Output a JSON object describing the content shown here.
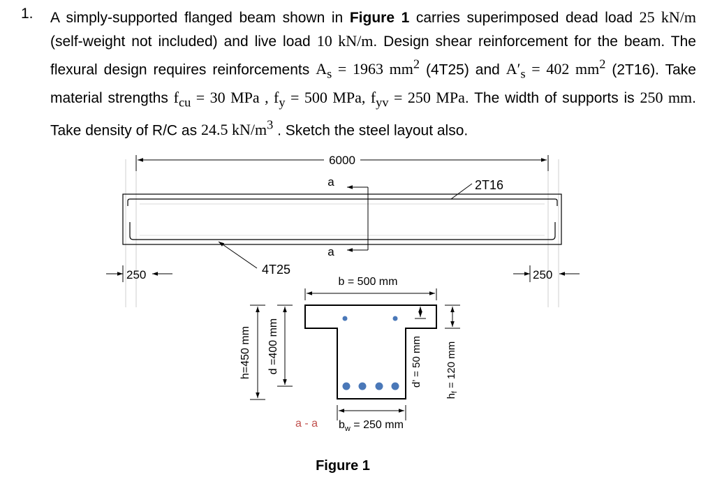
{
  "problem": {
    "number": "1.",
    "t1": "A simply-supported flanged beam shown in ",
    "fig_ref": "Figure 1",
    "t2": " carries superimposed dead load ",
    "dead_load": "25 kN/m",
    "t3": " (self-weight not included) and live load ",
    "live_load": "10 kN/m",
    "t4": ". Design shear reinforcement for the beam. The flexural design requires reinforcements ",
    "as_sym": "A",
    "as_sub": "s",
    "as_val": " = 1963 mm",
    "as_exp": "2",
    "t5": " (4T25) and ",
    "asp_sym": "A′",
    "asp_sub": "s",
    "asp_val": " = 402 mm",
    "asp_exp": "2",
    "t6": " (2T16). Take material strengths ",
    "fcu_sym": "f",
    "fcu_sub": "cu",
    "fcu_val": " = 30 MPa , ",
    "fy_sym": "f",
    "fy_sub": "y",
    "fy_val": " = 500 MPa, ",
    "fyv_sym": "f",
    "fyv_sub": "yv",
    "fyv_val": " = 250 MPa",
    "t7": ". The width of supports is ",
    "support_width": "250 mm",
    "t8": ". Take density of R/C as ",
    "density": "24.5 kN/m",
    "density_exp": "3",
    "t9": " . Sketch the steel layout also."
  },
  "figure": {
    "span_label": "6000",
    "section_mark_top": "a",
    "section_mark_bottom": "a",
    "top_bar_label": "2T16",
    "bottom_bar_label": "4T25",
    "left_support_label": "250",
    "right_support_label": "250",
    "flange_width_label": "b = 500 mm",
    "height_label": "h=450 mm",
    "effective_depth_label": "d =400 mm",
    "cover_label": "d’ = 50 mm",
    "flange_thickness_label": "h",
    "flange_thickness_sub": "f",
    "flange_thickness_rest": " = 120 mm",
    "web_width_sym": "b",
    "web_width_sub": "w",
    "web_width_rest": " = 250 mm",
    "section_label": "a - a",
    "caption": "Figure 1",
    "colors": {
      "rebar": "#4a78b8",
      "line": "#000000",
      "faint": "#cfcfcf"
    }
  }
}
